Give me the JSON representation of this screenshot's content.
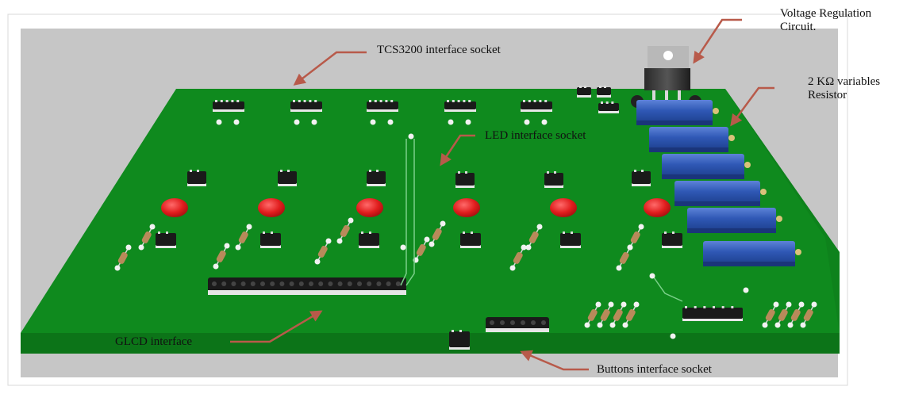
{
  "labels": {
    "tcs": "TCS3200 interface socket",
    "led": "LED interface socket",
    "glcd": "GLCD interface",
    "buttons": "Buttons interface socket",
    "voltage_line1": "Voltage Regulation",
    "voltage_line2": "Circuit.",
    "resistor_line1": "2 KΩ variables",
    "resistor_line2": "Resistor"
  },
  "colors": {
    "frame_bg": "#c6c6c6",
    "board": "#0f8a1e",
    "board_edge": "#0a5d14",
    "arrow": "#b85a4a",
    "led": "#e01d1d",
    "pot": "#2e59b8",
    "ic": "#1a1a1a"
  }
}
